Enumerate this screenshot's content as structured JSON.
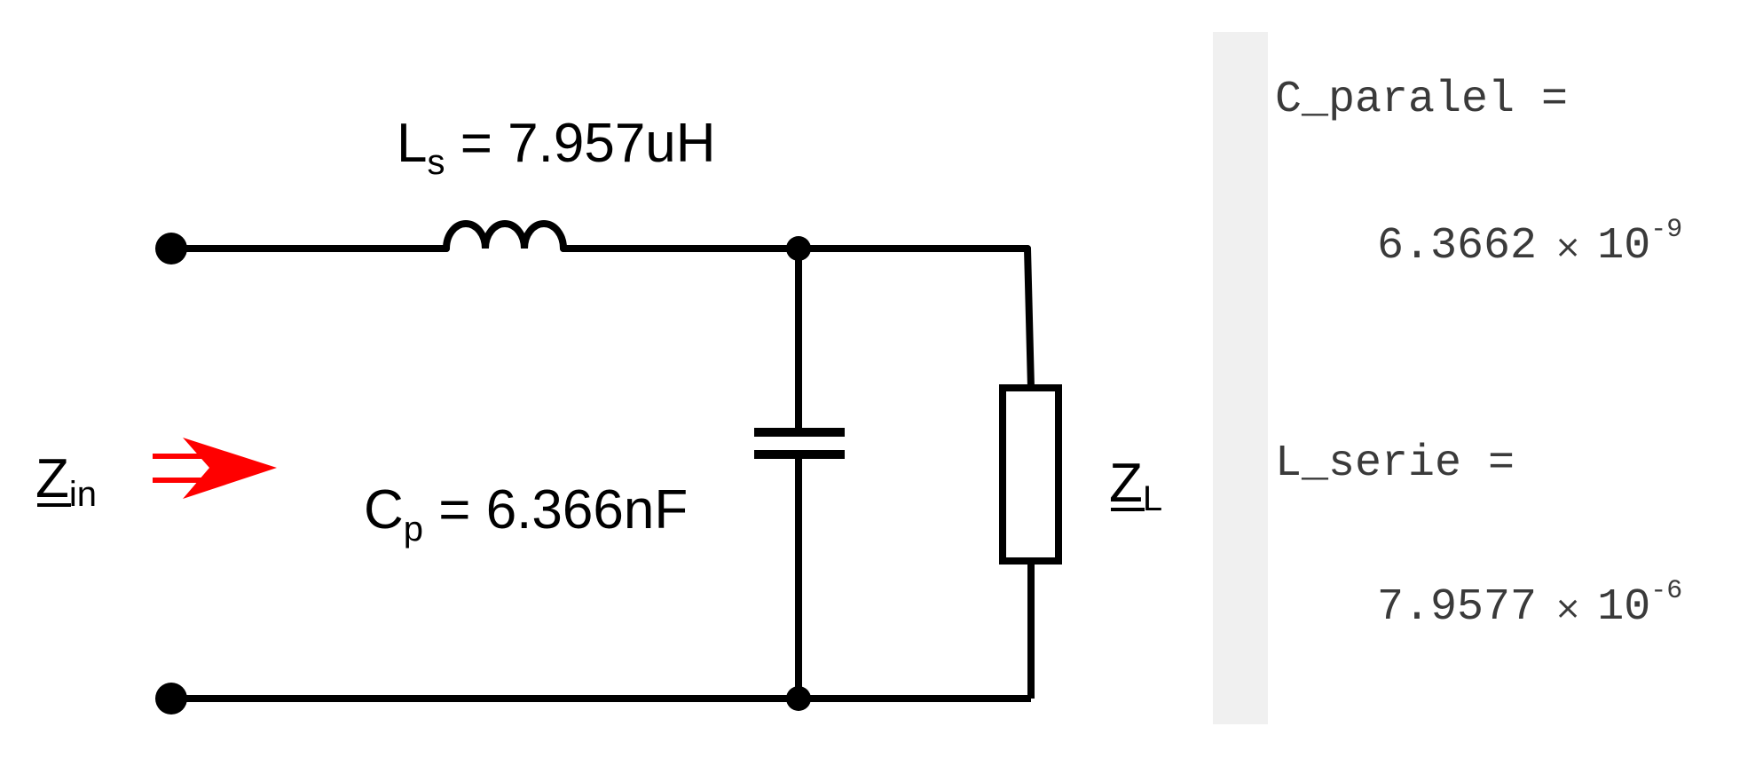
{
  "circuit": {
    "inductor": {
      "symbol": "L",
      "subscript": "s",
      "value_text": " = 7.957uH"
    },
    "capacitor": {
      "symbol": "C",
      "subscript": "p",
      "value_text": " = 6.366nF"
    },
    "input_impedance": {
      "symbol": "Z",
      "subscript": "in"
    },
    "load_impedance": {
      "symbol": "Z",
      "subscript": "L"
    },
    "arrow_color": "#ff0000",
    "wire_color": "#000000"
  },
  "output_panel": {
    "sidebar_color": "#f0f0f0",
    "results": [
      {
        "name": "C_paralel =",
        "mantissa": "6.3662",
        "times": "×",
        "base": "10",
        "exponent": "-9"
      },
      {
        "name": "L_serie =",
        "mantissa": "7.9577",
        "times": "×",
        "base": "10",
        "exponent": "-6"
      }
    ]
  }
}
